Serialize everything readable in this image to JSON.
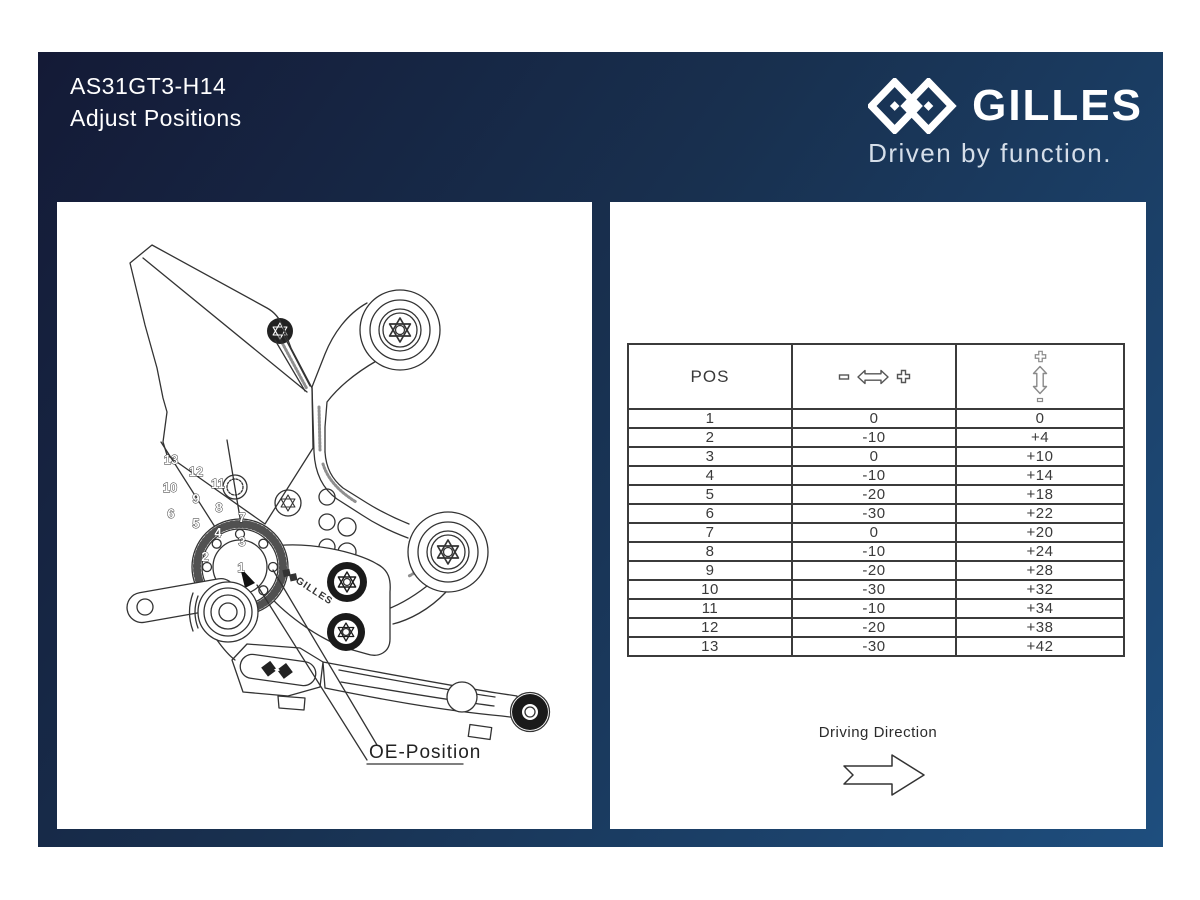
{
  "header": {
    "product_code": "AS31GT3-H14",
    "subtitle": "Adjust Positions",
    "brand": "GILLES",
    "tagline": "Driven by function."
  },
  "diagram": {
    "oe_label": "OE-Position",
    "engraving": "GILLES",
    "dial_numbers": [
      "1",
      "2",
      "3",
      "4",
      "5",
      "6",
      "7",
      "8",
      "9",
      "10",
      "11",
      "12",
      "13"
    ]
  },
  "table": {
    "pos_header": "POS",
    "col2_symbols": "minus, left-right arrow, plus (horizontal adjustment)",
    "col3_symbols": "plus, up-down arrow, minus (vertical adjustment)",
    "rows": [
      {
        "pos": "1",
        "h": "0",
        "v": "0"
      },
      {
        "pos": "2",
        "h": "-10",
        "v": "+4"
      },
      {
        "pos": "3",
        "h": "0",
        "v": "+10"
      },
      {
        "pos": "4",
        "h": "-10",
        "v": "+14"
      },
      {
        "pos": "5",
        "h": "-20",
        "v": "+18"
      },
      {
        "pos": "6",
        "h": "-30",
        "v": "+22"
      },
      {
        "pos": "7",
        "h": "0",
        "v": "+20"
      },
      {
        "pos": "8",
        "h": "-10",
        "v": "+24"
      },
      {
        "pos": "9",
        "h": "-20",
        "v": "+28"
      },
      {
        "pos": "10",
        "h": "-30",
        "v": "+32"
      },
      {
        "pos": "11",
        "h": "-10",
        "v": "+34"
      },
      {
        "pos": "12",
        "h": "-20",
        "v": "+38"
      },
      {
        "pos": "13",
        "h": "-30",
        "v": "+42"
      }
    ]
  },
  "footer": {
    "driving_direction": "Driving Direction"
  },
  "colors": {
    "frame_dark": "#141a36",
    "frame_light": "#1e4e7e",
    "line": "#333333",
    "table_border": "#3b3b3b"
  }
}
